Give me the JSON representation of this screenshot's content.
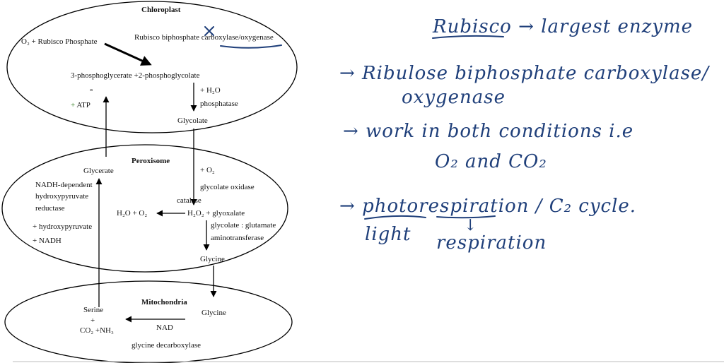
{
  "diagram": {
    "compartments": {
      "chloroplast": "Chloroplast",
      "peroxisome": "Peroxisome",
      "mitochondria": "Mitochondria"
    },
    "labels": {
      "o2_rubisco_phosphate": "O₂ + Rubisco Phosphate",
      "rubisco_enzyme": "Rubisco biphosphate carboxylase/oxygenase",
      "pga_pgly": "3-phosphoglycerate +2-phosphoglycolate",
      "circle_mark": "°",
      "atp_prefix": "+ ",
      "atp": "ATP",
      "h2o_add": "+ H₂O",
      "phosphatase": "phosphatase",
      "glycolate": "Glycolate",
      "glycerate": "Glycerate",
      "plus_o2": "+ O₂",
      "glycolate_oxidase": "glycolate oxidase",
      "nadh_line1": "NADH-dependent",
      "nadh_line2": "hydroxypyruvate",
      "nadh_line3": "reductase",
      "catalase": "catalase",
      "h2o_o2": "H₂O + O₂",
      "h2o2_glyoxalate": "H₂O₂ + glyoxalate",
      "plus_hydroxypyruvate": "+ hydroxypyruvate",
      "plus_nadh": "+ NADH",
      "gg_line1": "glycolate : glutamate",
      "gg_line2": "aminotransferase",
      "glycine_perox": "Glycine",
      "glycine_mito": "Glycine",
      "serine": "Serine",
      "plus_sign": "+",
      "co2_nh3": "CO₂ +NH₃",
      "nad": "NAD",
      "glycine_decarboxylase": "glycine decarboxylase"
    }
  },
  "notes": {
    "line1": "Rubisco → largest enzyme",
    "line2": "→ Ribulose biphosphate carboxylase/",
    "line3": "oxygenase",
    "line4": "→ work in both conditions i.e",
    "line5": "O₂ and CO₂",
    "line6_a": "→ ",
    "line6_b": "photorespiration",
    "line6_c": " / C₂ cycle.",
    "line7_a": "light",
    "line7_arrow": "↓",
    "line7_b": "respiration"
  },
  "colors": {
    "ink": "#1f3f7a",
    "atp_plus": "#2f7d1e"
  }
}
